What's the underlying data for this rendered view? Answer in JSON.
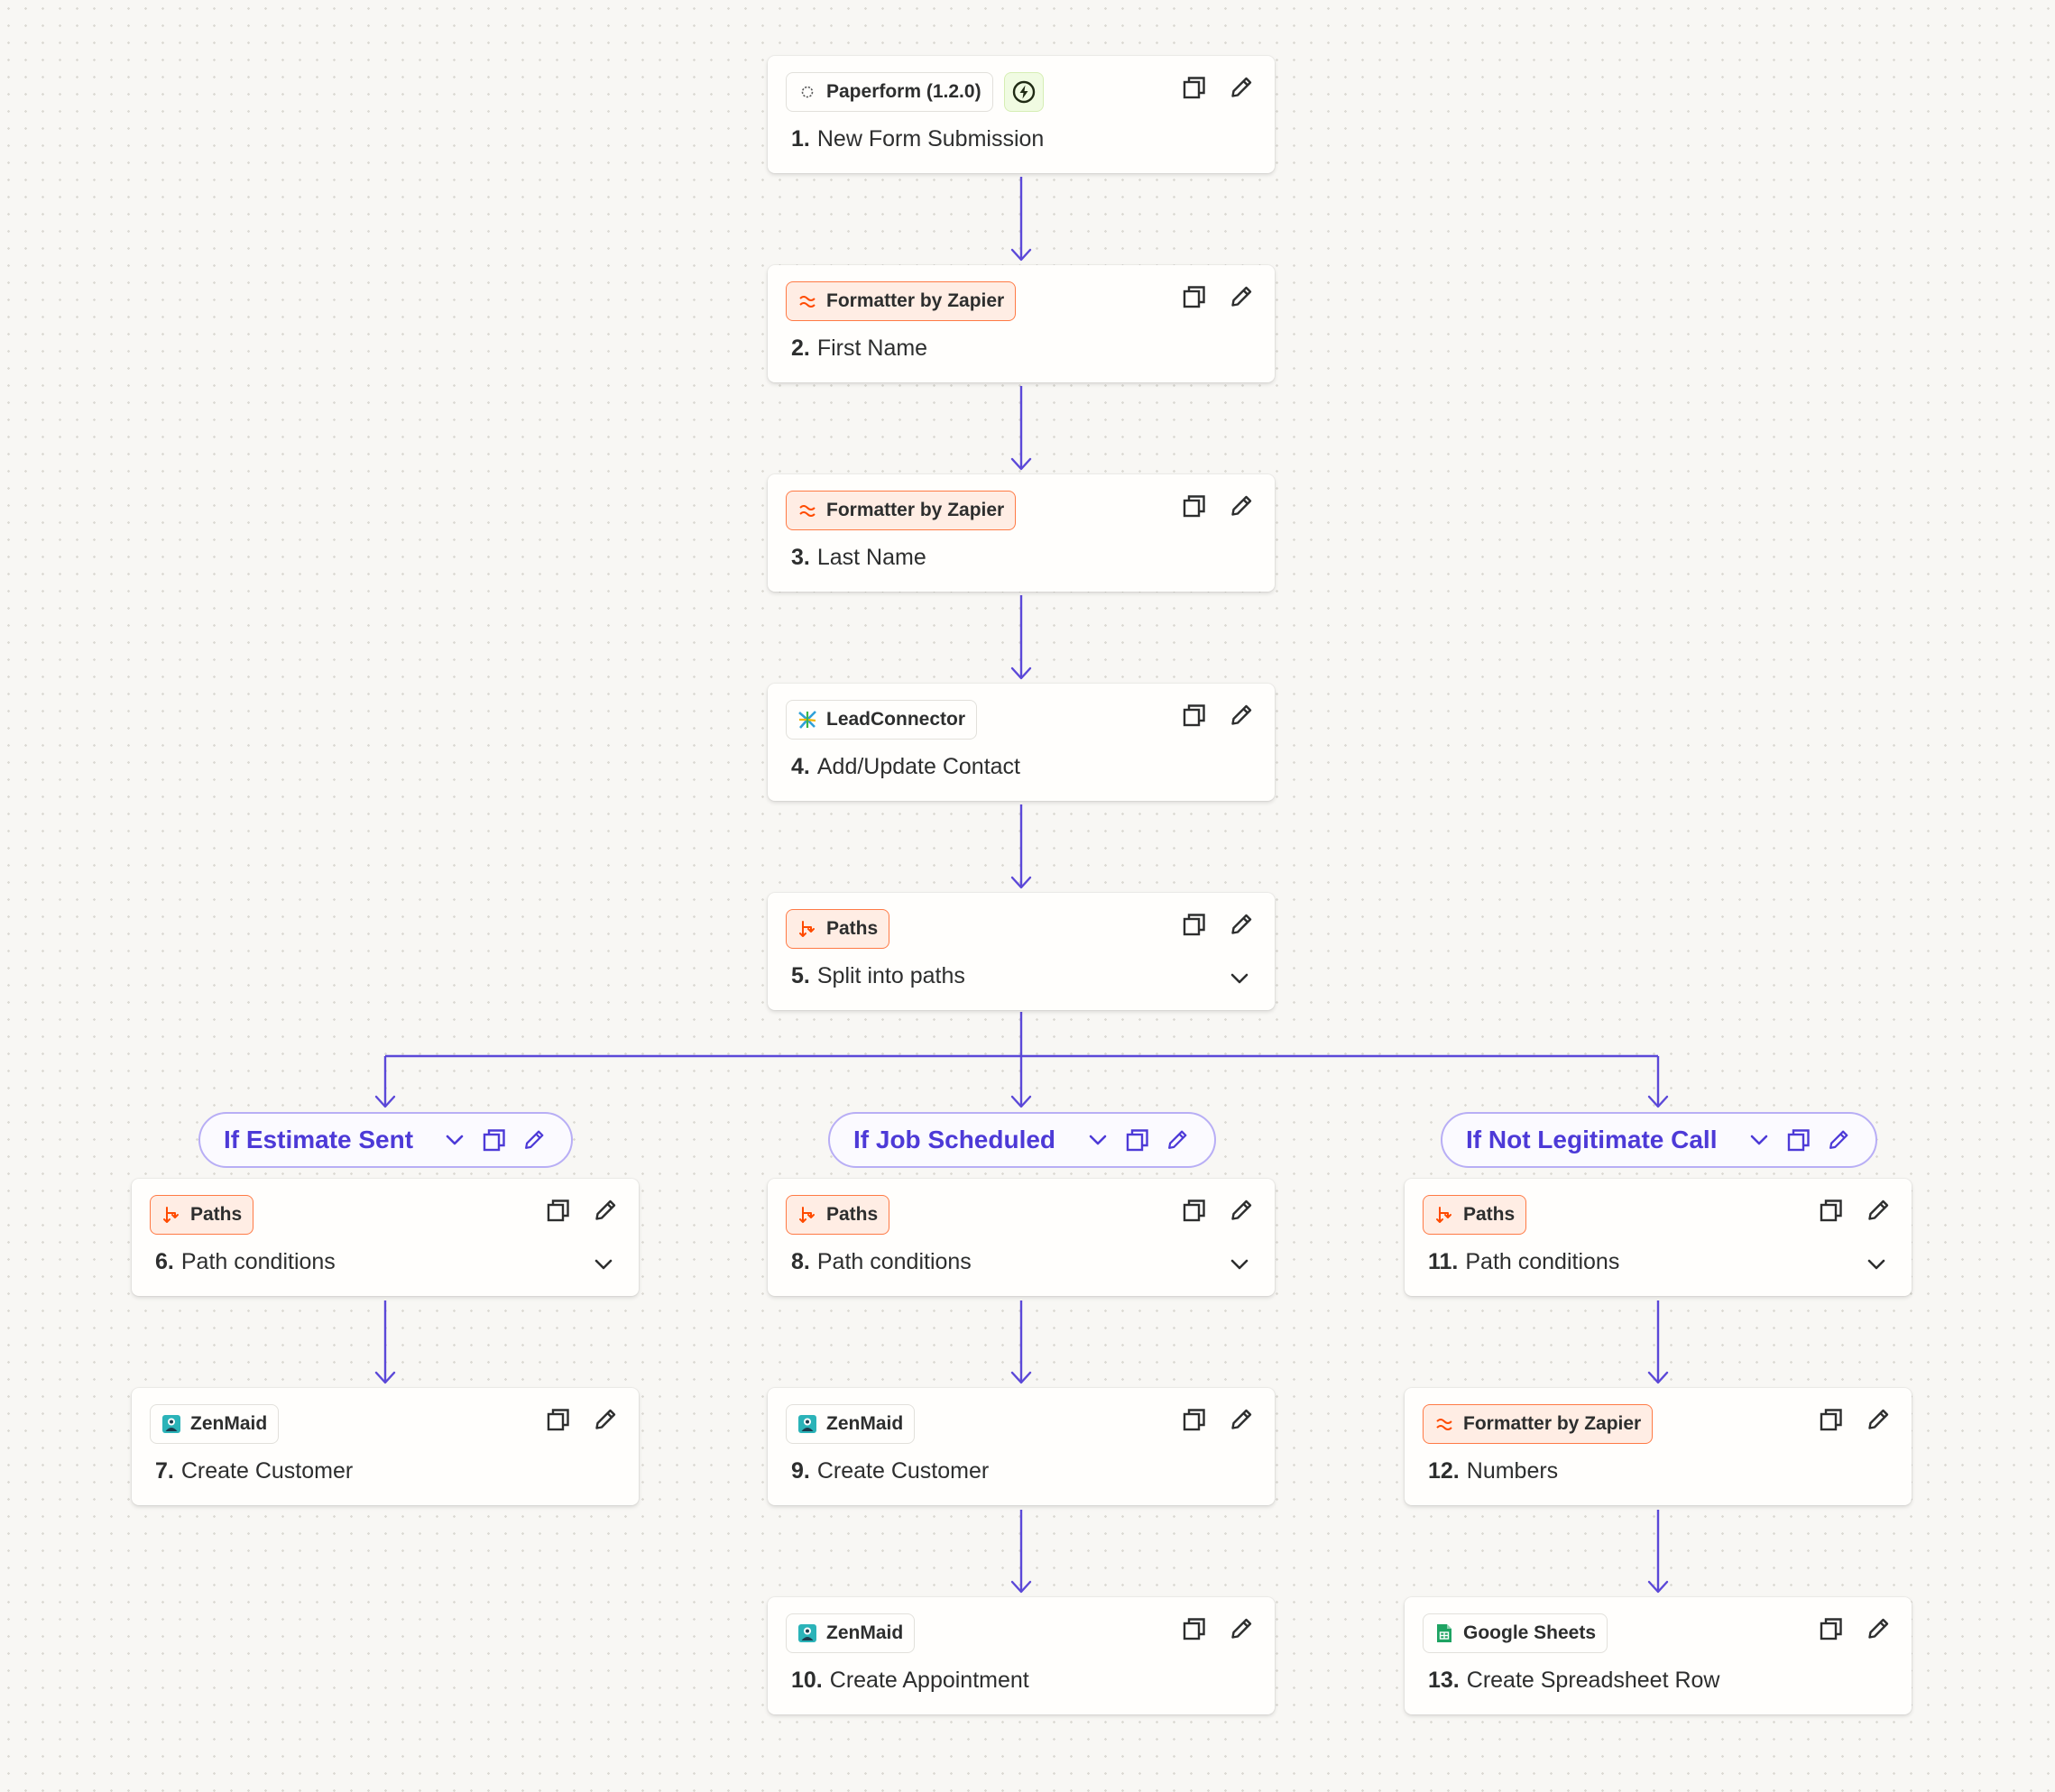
{
  "steps": [
    {
      "num": "1.",
      "title": "New Form Submission",
      "app": "Paperform (1.2.0)",
      "app_icon": "paperform-icon",
      "pill_style": "neutral",
      "trigger_icon": "bolt-circle-icon"
    },
    {
      "num": "2.",
      "title": "First Name",
      "app": "Formatter by Zapier",
      "app_icon": "formatter-icon",
      "pill_style": "orange"
    },
    {
      "num": "3.",
      "title": "Last Name",
      "app": "Formatter by Zapier",
      "app_icon": "formatter-icon",
      "pill_style": "orange"
    },
    {
      "num": "4.",
      "title": "Add/Update Contact",
      "app": "LeadConnector",
      "app_icon": "leadconnector-icon",
      "pill_style": "neutral"
    },
    {
      "num": "5.",
      "title": "Split into paths",
      "app": "Paths",
      "app_icon": "paths-icon",
      "pill_style": "orange"
    },
    {
      "num": "6.",
      "title": "Path conditions",
      "app": "Paths",
      "app_icon": "paths-icon",
      "pill_style": "orange"
    },
    {
      "num": "7.",
      "title": "Create Customer",
      "app": "ZenMaid",
      "app_icon": "zenmaid-icon",
      "pill_style": "neutral"
    },
    {
      "num": "8.",
      "title": "Path conditions",
      "app": "Paths",
      "app_icon": "paths-icon",
      "pill_style": "orange"
    },
    {
      "num": "9.",
      "title": "Create Customer",
      "app": "ZenMaid",
      "app_icon": "zenmaid-icon",
      "pill_style": "neutral"
    },
    {
      "num": "10.",
      "title": "Create Appointment",
      "app": "ZenMaid",
      "app_icon": "zenmaid-icon",
      "pill_style": "neutral"
    },
    {
      "num": "11.",
      "title": "Path conditions",
      "app": "Paths",
      "app_icon": "paths-icon",
      "pill_style": "orange"
    },
    {
      "num": "12.",
      "title": "Numbers",
      "app": "Formatter by Zapier",
      "app_icon": "formatter-icon",
      "pill_style": "orange"
    },
    {
      "num": "13.",
      "title": "Create Spreadsheet Row",
      "app": "Google Sheets",
      "app_icon": "google-sheets-icon",
      "pill_style": "neutral"
    }
  ],
  "branches": [
    {
      "title": "If Estimate Sent"
    },
    {
      "title": "If Job Scheduled"
    },
    {
      "title": "If Not Legitimate Call"
    }
  ],
  "colors": {
    "accent": "#4d3ad7",
    "connector": "#5b48d8",
    "branch_border": "#b8aef5",
    "orange": "#ff7a45",
    "orange_bg": "#ffede4"
  }
}
